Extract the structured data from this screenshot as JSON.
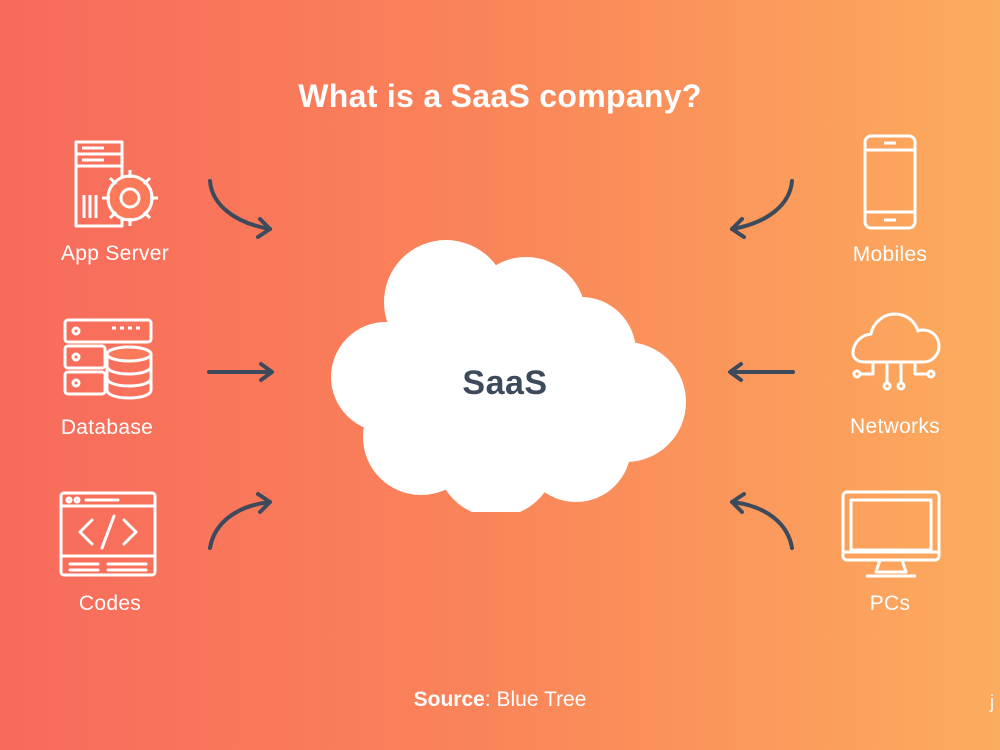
{
  "title": "What is a SaaS company?",
  "center_label": "SaaS",
  "left_nodes": [
    {
      "label": "App Server",
      "icon": "server-gear-icon"
    },
    {
      "label": "Database",
      "icon": "database-icon"
    },
    {
      "label": "Codes",
      "icon": "code-window-icon"
    }
  ],
  "right_nodes": [
    {
      "label": "Mobiles",
      "icon": "smartphone-icon"
    },
    {
      "label": "Networks",
      "icon": "cloud-network-icon"
    },
    {
      "label": "PCs",
      "icon": "monitor-icon"
    }
  ],
  "source": {
    "prefix": "Source",
    "text": ": Blue Tree"
  },
  "watermark": "j",
  "colors": {
    "gradient_left": "#f86a5c",
    "gradient_mid": "#fa8559",
    "gradient_right": "#fcac5e",
    "arrow": "#3d4a5c",
    "cloud_text": "#3d4a5c",
    "icon_stroke": "#ffffff"
  }
}
